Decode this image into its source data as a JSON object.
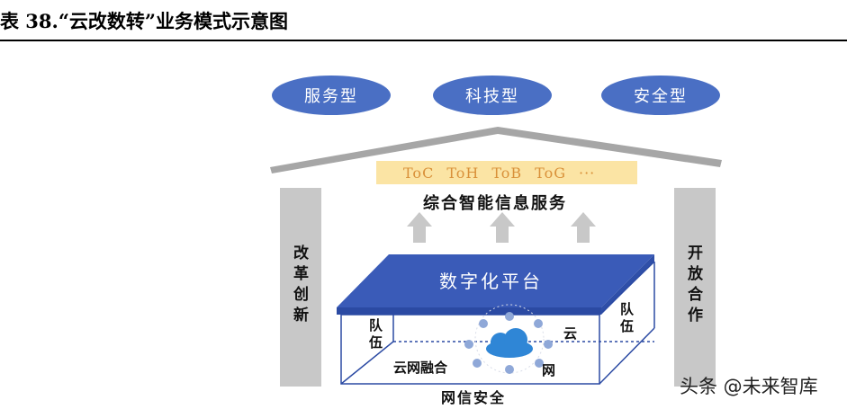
{
  "title": "表 38.“云改数转”业务模式示意图",
  "top_pills": [
    "服务型",
    "科技型",
    "安全型"
  ],
  "customer_types": [
    "ToC",
    "ToH",
    "ToB",
    "ToG",
    "···"
  ],
  "service_label": "综合智能信息服务",
  "left_pillar": "改革创新",
  "right_pillar": "开放合作",
  "platform_label": "数字化平台",
  "inner": {
    "team_left": "队伍",
    "team_right": "队伍",
    "cloud": "云",
    "net": "网",
    "cloud_net_fusion": "云网融合"
  },
  "bottom_label": "网信安全",
  "watermark": "头条 @未来智库",
  "colors": {
    "pill_blue": "#4a6fc4",
    "platform_blue": "#3a5bb8",
    "pillar_gray": "#c8c8c8",
    "gold": "#fbe4a4",
    "gold_text": "#d9913a",
    "roof_gray": "#a6a6a6"
  }
}
